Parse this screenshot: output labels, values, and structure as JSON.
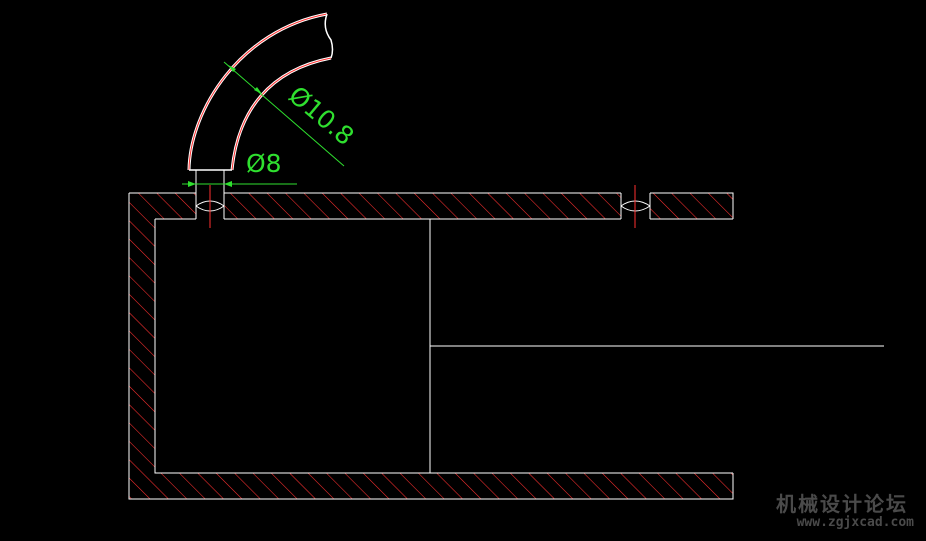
{
  "dimensions": {
    "small_bore": "Ø8",
    "bent_pipe": "Ø10.8"
  },
  "watermark": {
    "site_name": "机械设计论坛",
    "url": "www.zgjxcad.com"
  },
  "colors": {
    "background": "#000000",
    "outline": "#ffffff",
    "hatch": "#ff3030",
    "dimension": "#2fe02f",
    "pipe_edge": "#ff3030",
    "watermark": "#4a4a4a"
  }
}
